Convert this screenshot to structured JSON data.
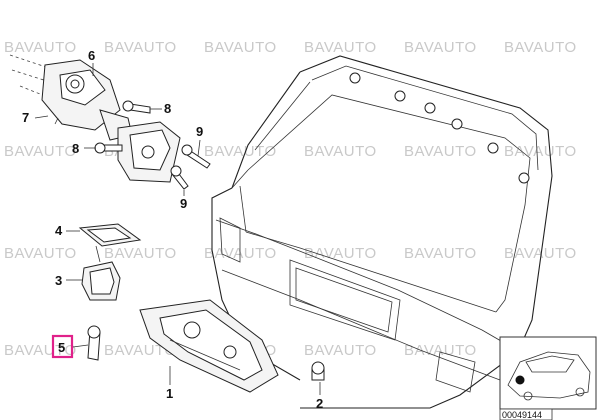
{
  "watermark": {
    "text": "BAVAUTO"
  },
  "callouts": [
    {
      "id": "6",
      "label": "6"
    },
    {
      "id": "7",
      "label": "7"
    },
    {
      "id": "8a",
      "label": "8"
    },
    {
      "id": "8b",
      "label": "8"
    },
    {
      "id": "9a",
      "label": "9"
    },
    {
      "id": "9b",
      "label": "9"
    },
    {
      "id": "4",
      "label": "4"
    },
    {
      "id": "3",
      "label": "3"
    },
    {
      "id": "5",
      "label": "5"
    },
    {
      "id": "1",
      "label": "1"
    },
    {
      "id": "2",
      "label": "2"
    }
  ],
  "highlight": {
    "callout": "5",
    "color": "#e0218a"
  },
  "thumbnail": {
    "reference_number": "00049144"
  }
}
